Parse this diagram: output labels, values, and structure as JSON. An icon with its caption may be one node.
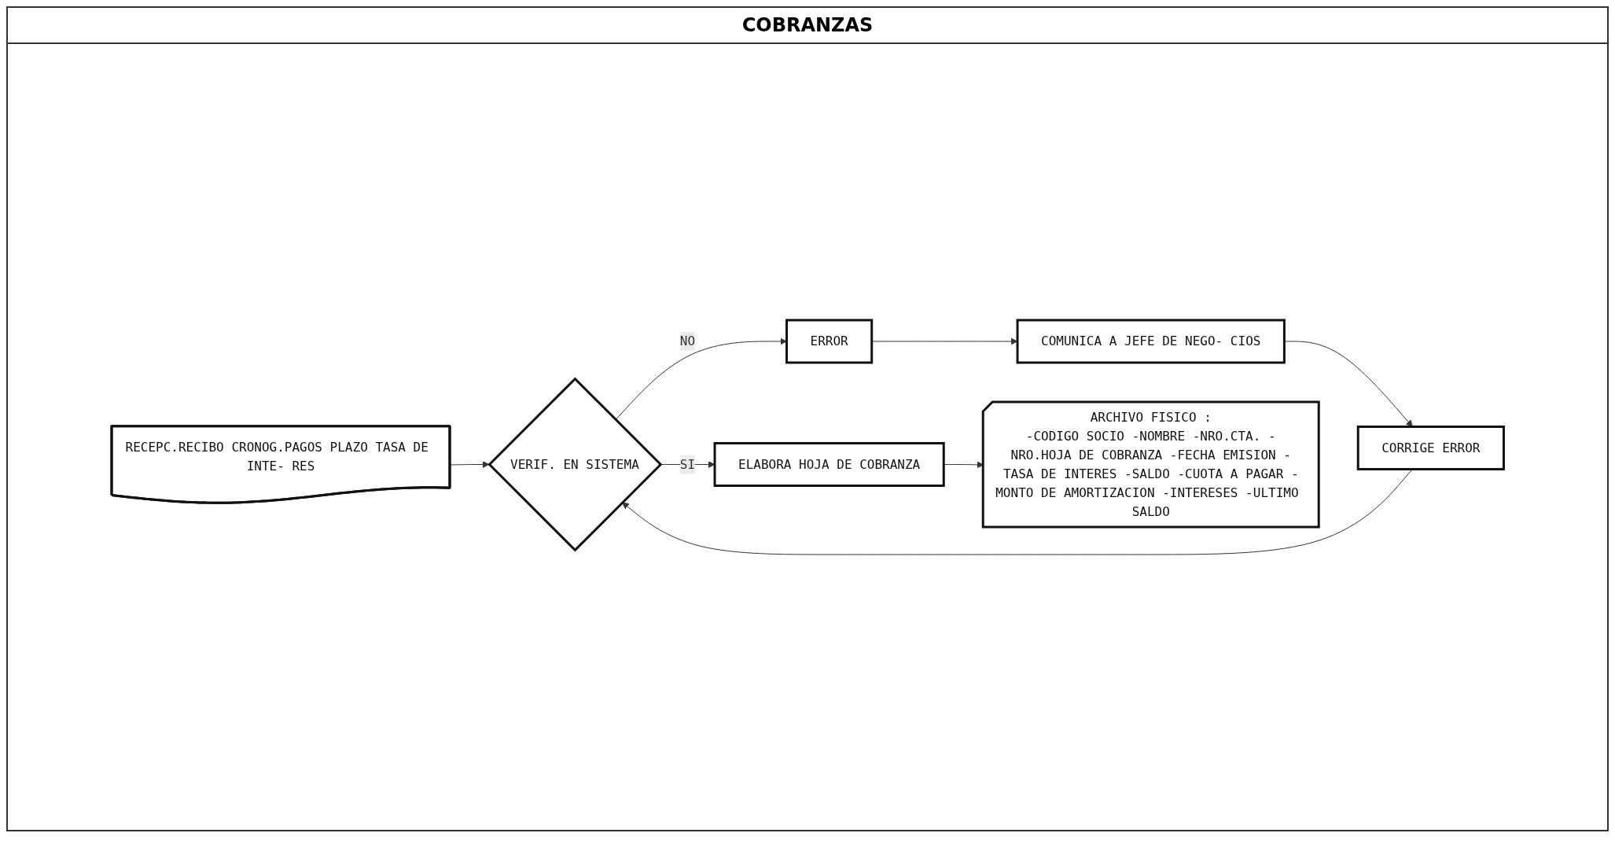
{
  "diagram": {
    "title": "COBRANZAS",
    "nodes": [
      {
        "text": [
          "RECEPC.RECIBO CRONOG.PAGOS PLAZO TASA DE INTE- RES"
        ]
      },
      {
        "text": [
          "VERIF. EN SISTEMA"
        ]
      },
      {
        "text": [
          "ELABORA HOJA DE COBRANZA"
        ]
      },
      {
        "text": [
          "ERROR"
        ]
      },
      {
        "text": [
          "COMUNICA A JEFE DE NEGO- CIOS"
        ]
      },
      {
        "text": [
          "CORRIGE ERROR"
        ]
      },
      {
        "text": [
          "ARCHIVO FISICO :",
          "-CODIGO SOCIO -NOMBRE -NRO.CTA. -NRO.HOJA DE COBRANZA -FECHA EMISION -TASA DE INTERES -SALDO -CUOTA A PAGAR -MONTO DE AMORTIZACION -INTERESES -ULTIMO SALDO"
        ]
      }
    ],
    "edges": [
      {
        "from": 0,
        "to": 1,
        "arrow": "to"
      },
      {
        "from": 1,
        "to": 2,
        "arrow": "to",
        "label": "SI"
      },
      {
        "from": 1,
        "to": 3,
        "arrow": "to",
        "label": "NO"
      },
      {
        "from": 3,
        "to": 4,
        "arrow": "to"
      },
      {
        "from": 4,
        "to": 5,
        "arrow": "to"
      },
      {
        "from": 5,
        "to": 1,
        "arrow": "to"
      },
      {
        "from": 2,
        "to": 6,
        "arrow": "to"
      }
    ]
  }
}
